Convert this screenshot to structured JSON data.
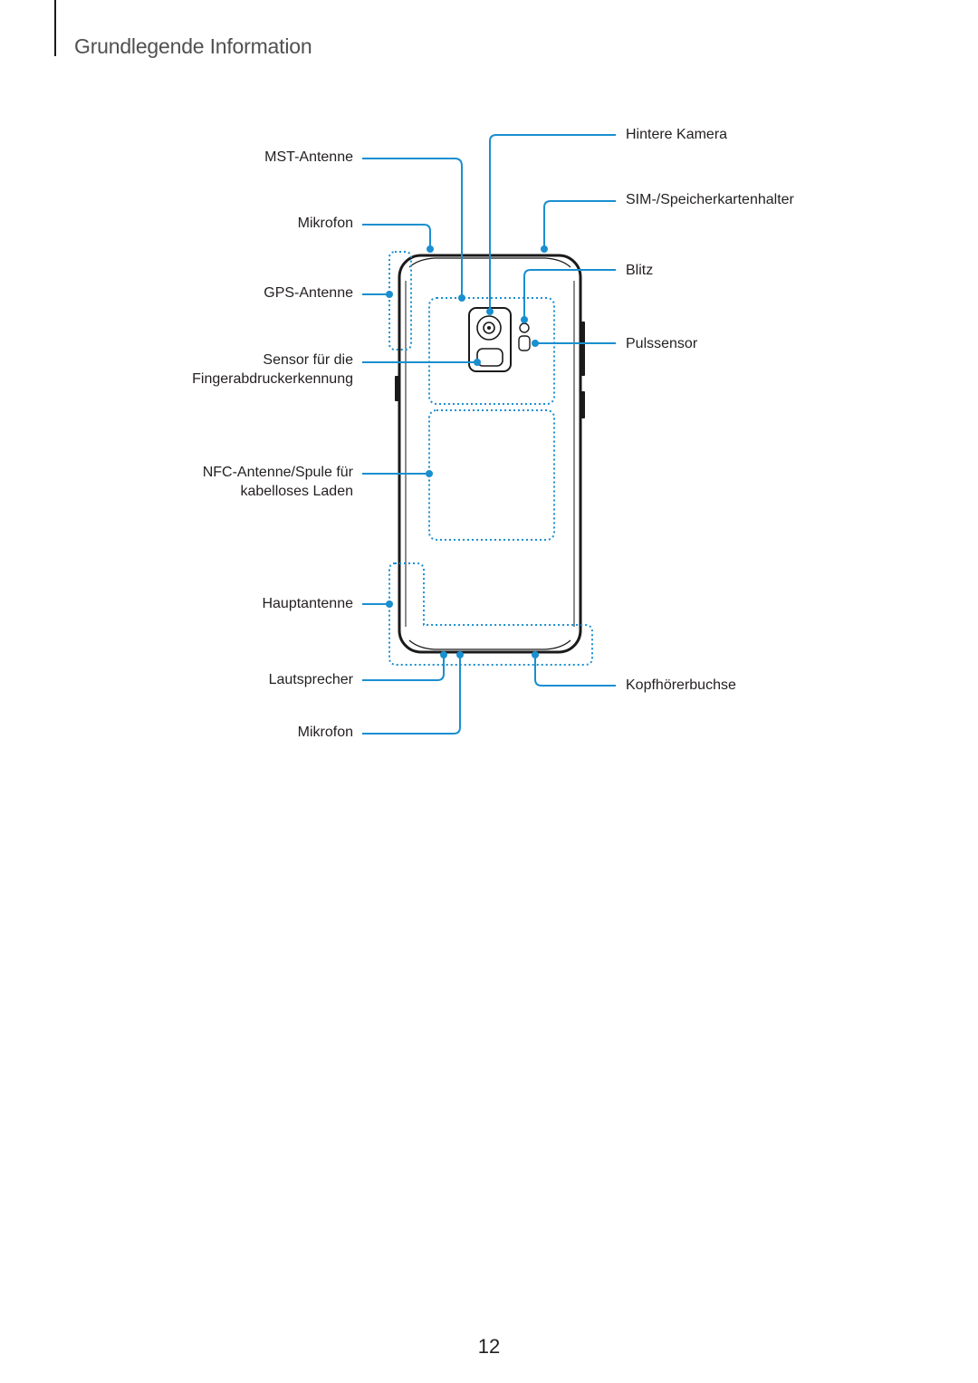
{
  "header": {
    "section_title": "Grundlegende Information"
  },
  "figure": {
    "labels_left": {
      "mst_antenna": "MST-Antenne",
      "microphone_top": "Mikrofon",
      "gps_antenna": "GPS-Antenne",
      "fingerprint_line1": "Sensor für die",
      "fingerprint_line2": "Fingerabdruckerkennung",
      "nfc_line1": "NFC-Antenne/Spule für",
      "nfc_line2": "kabelloses Laden",
      "main_antenna": "Hauptantenne",
      "speaker": "Lautsprecher",
      "microphone_bottom": "Mikrofon"
    },
    "labels_right": {
      "rear_camera": "Hintere Kamera",
      "sim_tray": "SIM-/Speicherkartenhalter",
      "flash": "Blitz",
      "heart_rate_sensor": "Pulssensor",
      "earphone_jack": "Kopfhörerbuchse"
    },
    "colors": {
      "callout": "#1a8fd0",
      "device_outline": "#1a1a1a"
    }
  },
  "footer": {
    "page_number": "12"
  }
}
